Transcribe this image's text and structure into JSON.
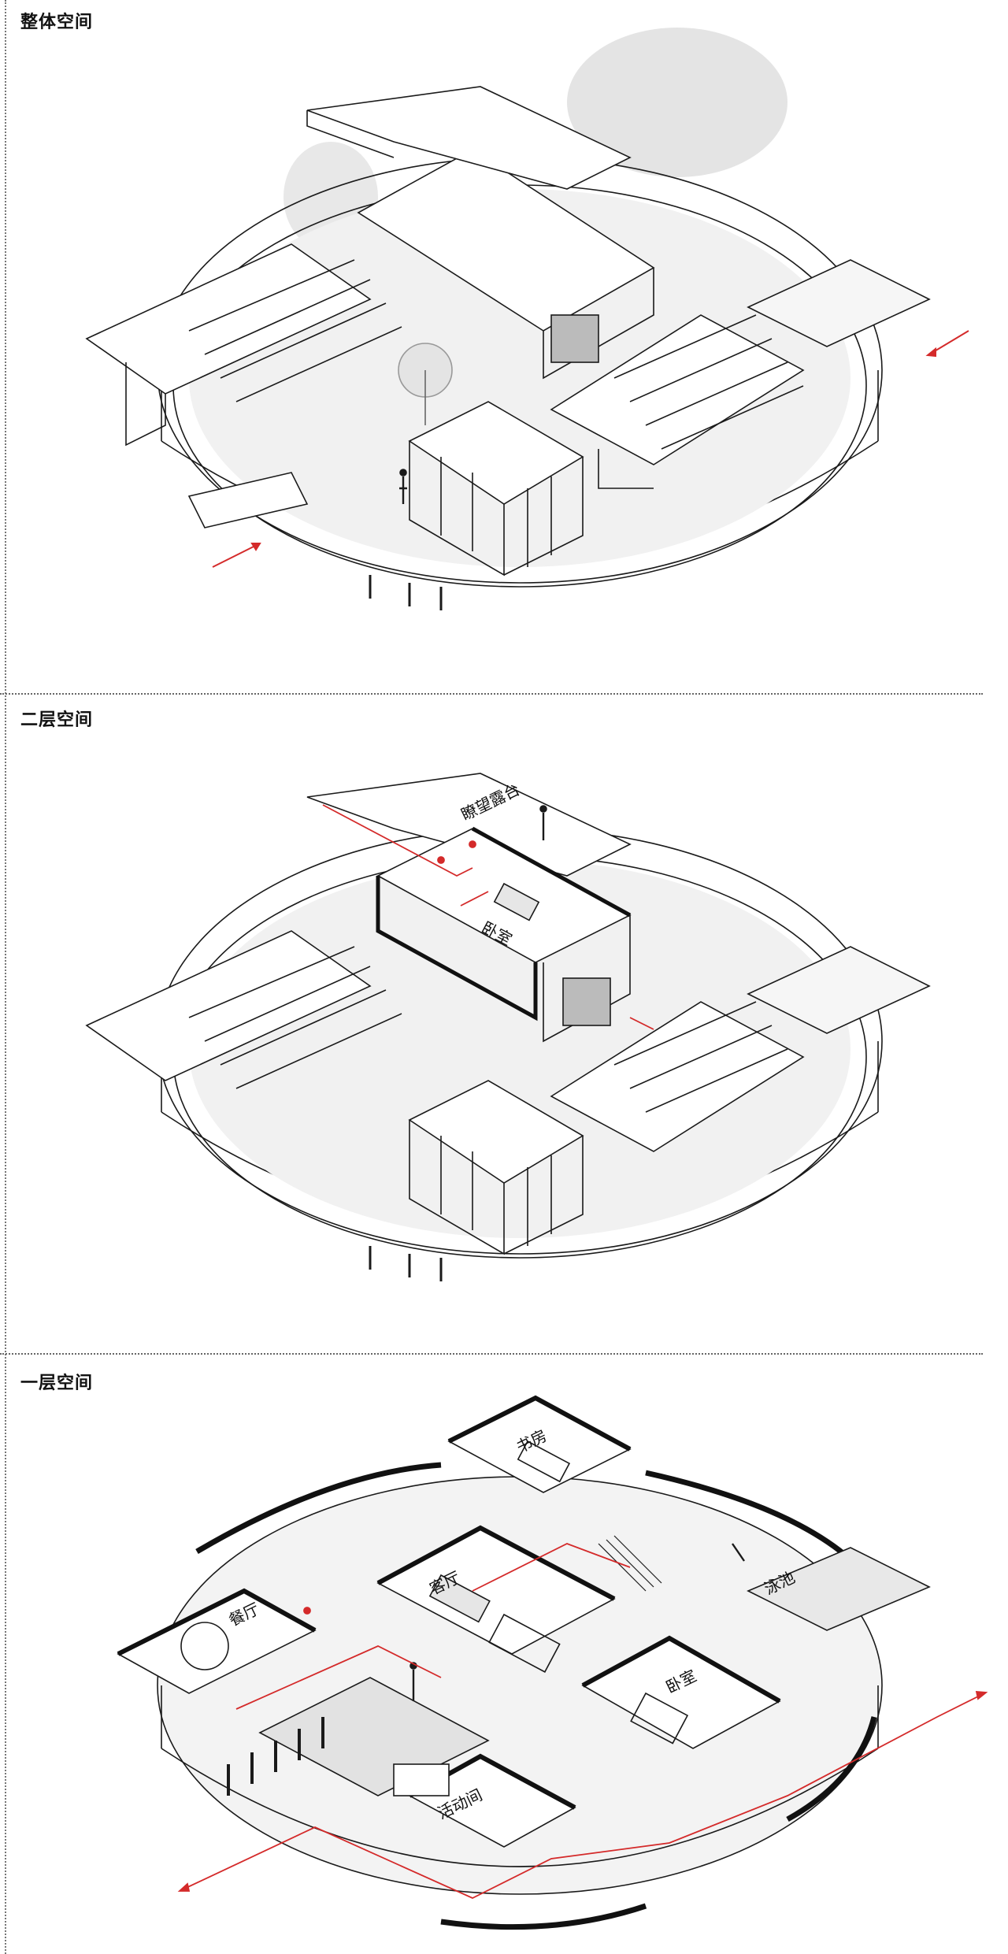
{
  "panels": [
    {
      "title": "整体空间",
      "labels": []
    },
    {
      "title": "二层空间",
      "labels": [
        "瞭望露台",
        "卧室"
      ]
    },
    {
      "title": "一层空间",
      "labels": [
        "书房",
        "客厅",
        "泳池",
        "餐厅",
        "卧室",
        "活动间"
      ]
    }
  ],
  "colors": {
    "line": "#1a1a1a",
    "accent": "#d42a2a",
    "floor": "#ececec",
    "wall": "#111111"
  }
}
